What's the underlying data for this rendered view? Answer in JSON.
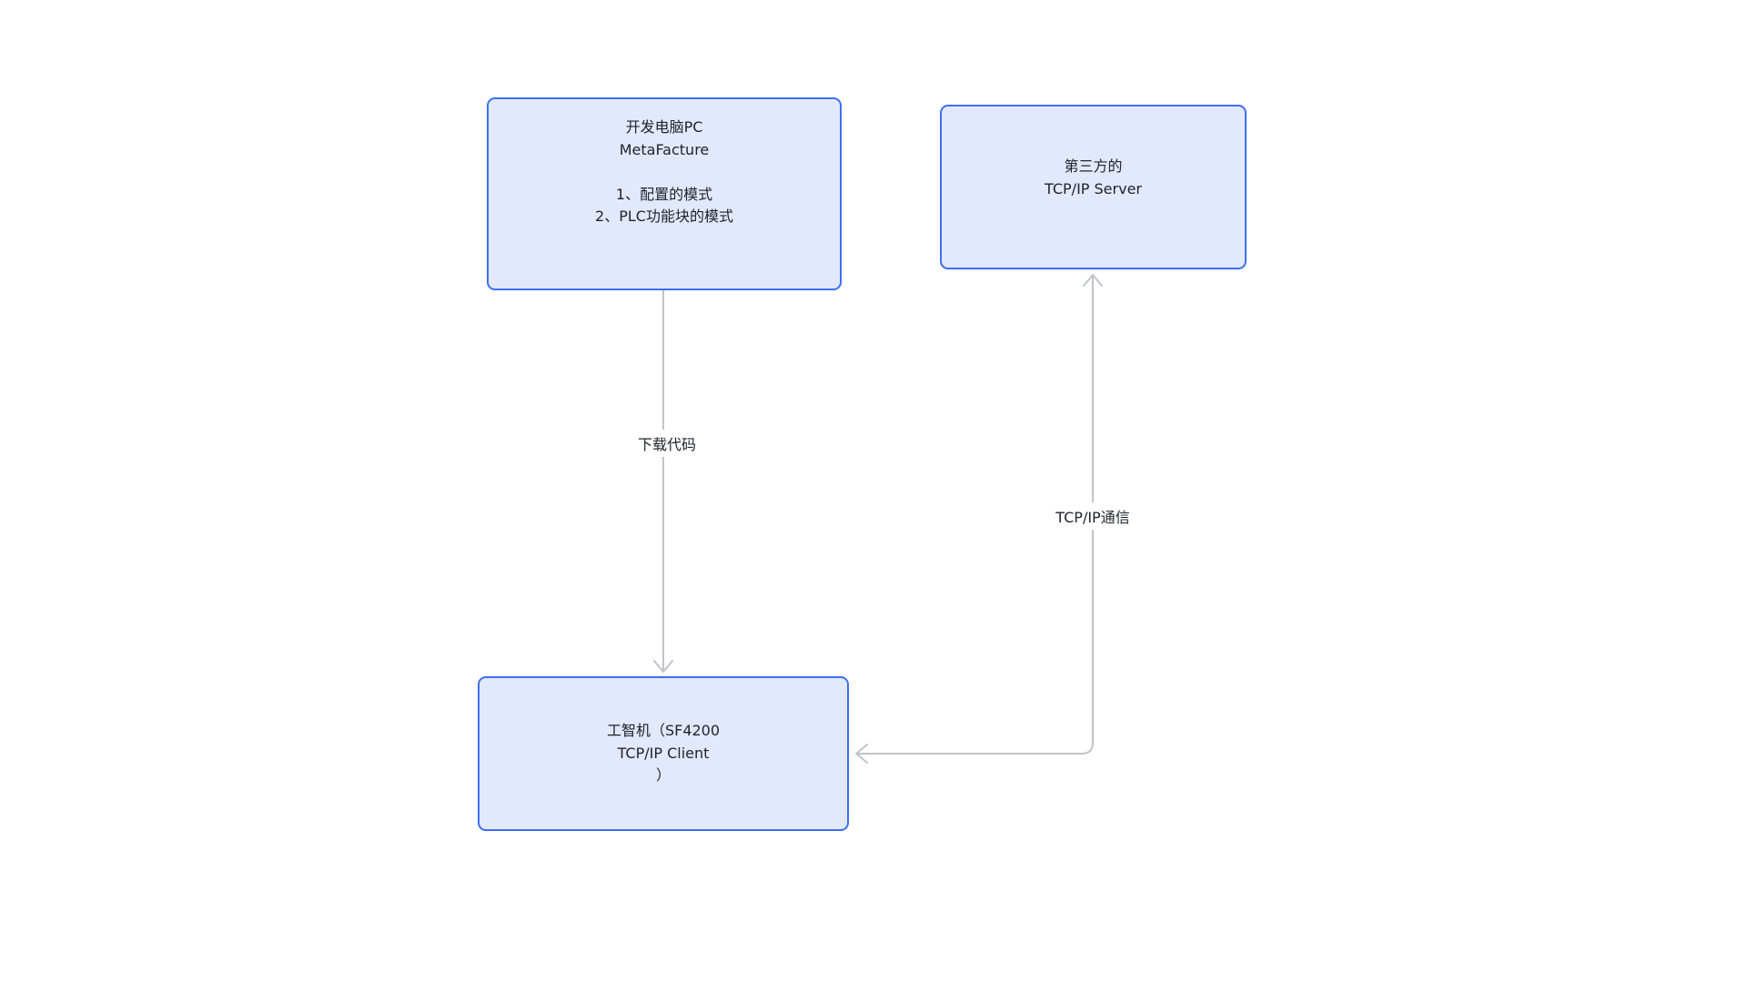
{
  "theme": {
    "canvas_bg": "#ffffff",
    "node_fill": "#e2e9fd",
    "node_border": "#3d6ff2",
    "connector_color": "#bfc3c9",
    "text_color": "#20242b"
  },
  "diagram": {
    "nodes": [
      {
        "id": "dev-pc",
        "lines": [
          "开发电脑PC",
          "MetaFacture",
          "",
          "1、配置的模式",
          "2、PLC功能块的模式"
        ]
      },
      {
        "id": "third-party-server",
        "lines": [
          "第三方的",
          "TCP/IP Server"
        ]
      },
      {
        "id": "sf4200-client",
        "lines": [
          "工智机（SF4200",
          "TCP/IP Client",
          "）"
        ]
      }
    ],
    "edges": [
      {
        "id": "download-code",
        "label": "下载代码",
        "from": "dev-pc",
        "to": "sf4200-client",
        "arrow": "down"
      },
      {
        "id": "tcpip-comm",
        "label": "TCP/IP通信",
        "from": "sf4200-client",
        "to": "third-party-server",
        "arrow": "double"
      }
    ]
  }
}
